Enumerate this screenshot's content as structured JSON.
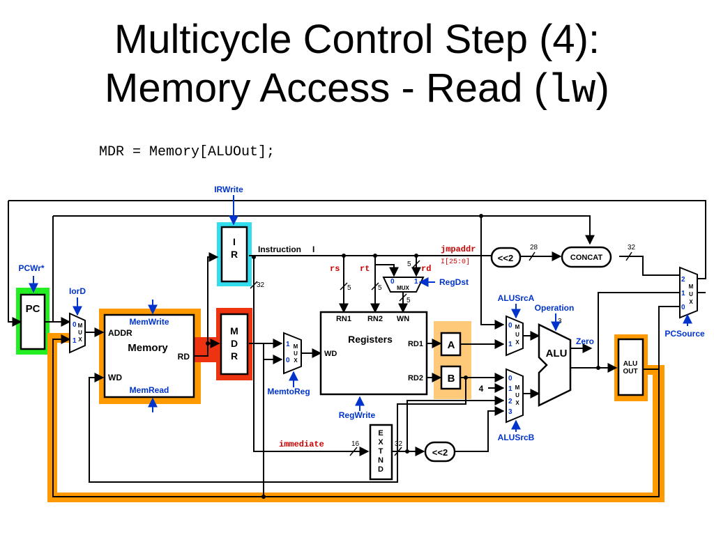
{
  "slide": {
    "title_line1": "Multicycle Control Step (4):",
    "title_line2_prefix": "Memory Access - Read (",
    "title_line2_code": "lw",
    "title_line2_suffix": ")",
    "statement": "MDR = Memory[ALUOut];"
  },
  "colors": {
    "highlight_orange": "#FF9900",
    "highlight_green": "#22EE22",
    "highlight_cyan": "#33DDEE",
    "highlight_red": "#EE3311",
    "control_blue": "#0033CC",
    "field_red": "#CC0000",
    "wire": "#000000"
  },
  "diagram": {
    "pc": "PC",
    "ir": [
      "I",
      "R"
    ],
    "mdr": [
      "M",
      "D",
      "R"
    ],
    "memory": {
      "title": "Memory",
      "addr": "ADDR",
      "rd": "RD",
      "wd": "WD"
    },
    "registers": {
      "title": "Registers",
      "rn1": "RN1",
      "rn2": "RN2",
      "wn": "WN",
      "rd1": "RD1",
      "rd2": "RD2",
      "wd": "WD"
    },
    "reg_a": "A",
    "reg_b": "B",
    "alu": "ALU",
    "aluout": [
      "ALU",
      "OUT"
    ],
    "extnd": [
      "E",
      "X",
      "T",
      "N",
      "D"
    ],
    "concat": "CONCAT",
    "shift_top": "<<2",
    "shift_bottom": "<<2",
    "mux_letters": [
      "M",
      "U",
      "X"
    ],
    "regdst_mux_label": "MUX",
    "instruction_label": "Instruction",
    "instruction_i": "I",
    "signals": {
      "irwrite": "IRWrite",
      "pcwr": "PCWr*",
      "iord": "IorD",
      "memwrite": "MemWrite",
      "memread": "MemRead",
      "memtoreg": "MemtoReg",
      "regwrite": "RegWrite",
      "regdst": "RegDst",
      "alusrca": "ALUSrcA",
      "alusrcb": "ALUSrcB",
      "operation": "Operation",
      "zero": "Zero",
      "pcsource": "PCSource"
    },
    "fields": {
      "rs": "rs",
      "rt": "rt",
      "rd": "rd",
      "jmpaddr": "jmpaddr",
      "jmpaddr_bits": "I[25:0]",
      "immediate": "immediate"
    },
    "widths": {
      "w28": "28",
      "w32a": "32",
      "w32b": "32",
      "w32c": "32",
      "w5a": "5",
      "w5b": "5",
      "w5c": "5",
      "w5d": "5",
      "w3": "3",
      "w16": "16"
    },
    "const4": "4",
    "mux_inputs": {
      "iord": [
        "0",
        "1"
      ],
      "memtoreg": [
        "1",
        "0"
      ],
      "regdst": [
        "0",
        "1"
      ],
      "alusrca": [
        "0",
        "1"
      ],
      "alusrcb": [
        "0",
        "1",
        "2",
        "3"
      ],
      "pcsource": [
        "2",
        "1",
        "0"
      ]
    }
  }
}
